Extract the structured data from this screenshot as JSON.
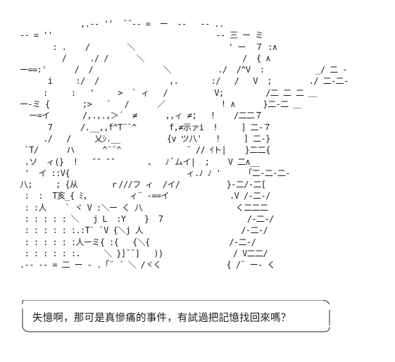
{
  "ascii_art": {
    "lines": [
      "             ,.-‐ ''  ̄ ̄ ‐- =  ー  --   ‐- ..",
      "‐- = ''                                   ‐- 三 ー ミ",
      "       : .    /        ＼                    ' ー  ７ :∧",
      "         /     ./ /      ＼                     /  { ∧",
      "ー==:'      /  /               ＼          ./  /^V  :           _/ 二 -",
      "      i     :/  /               ,.       :/   /   V  ;        ./ 二-二-",
      "     :     :   '     >  ` ィ   /          V;         /二 二 二 ＿",
      "ー-ミ {       ;>   ´   /      ／            ! ∧      }二-二 ＿",
      "  ー=イ       /,.,.,＞´  ≠      ,,ィ ≠;   !    /二二７",
      "      7      /.__,,f^T¨¨^       f,≠示ァi  !     ] 二-７",
      "     ./   /     乂ｼ.__          {v ツ八'   !     ] 二-}",
      " `T/      ハ      ^¨¨^              ¨ // ｲト|    }二二{",
      " .ソ  ィ(}  !   ″″ ″″       、  ﾉ ﾞムイ|  ;    V 二∧__",
      " '  イ ::V{                         ィ.ﾉ ﾉ '     「二-二-二-",
      "八;     ; {从       ｒ///フ ィ  /イ/          }-二/-二[",
      " :  :  T亥_{ ﾐ,         ィ¨ ‐==イ             .V /-二-/",
      " : :人    ` ヾ V :＼ー く 八                    く二二二",
      " : : : : : ＼   j L  :Y    }  7                  /-二-/",
      " : : : : : :.:T` `V {＼j 人                     /-二-/",
      " : : : : : :人ーミ{ :{   {＼{                 /-二-/",
      " : : : : : :.     ＼ }]¯¯]   ))               / V二二/",
      ".-‐ -- = 二 ー - .「¨ ´ ＼ /ヾく              { /¨ ー- く"
    ]
  },
  "speech_bubble": {
    "text": "失憶啊，那可是真慘痛的事件，有試過把記憶找回來嗎？"
  }
}
